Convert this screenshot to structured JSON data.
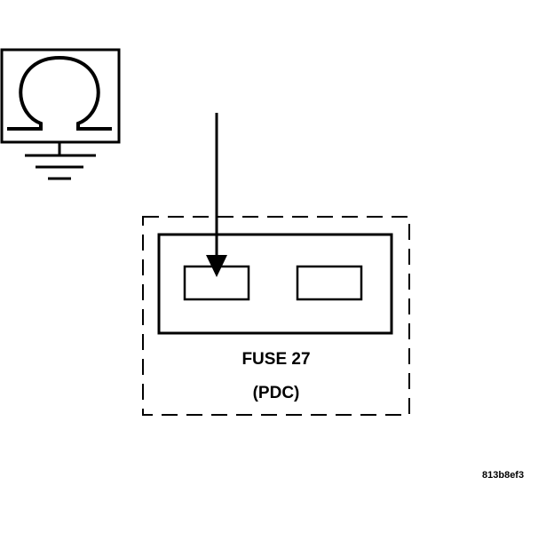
{
  "fuse": {
    "name": "FUSE 27",
    "location": "(PDC)"
  },
  "figure_id": "813b8ef3",
  "meter": {
    "symbol": "ohm-symbol"
  },
  "colors": {
    "line": "#000000",
    "background": "#ffffff"
  }
}
